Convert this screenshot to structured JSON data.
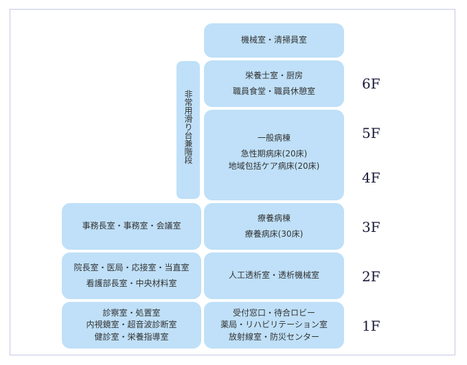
{
  "building": {
    "machine_room": "機械室・清掃員室",
    "floor6": [
      "栄養士室・厨房",
      "職員食堂・職員休憩室"
    ],
    "floor5": "一般病棟",
    "floor4": [
      "急性期病床(20床)",
      "地域包括ケア病床(20床)"
    ],
    "floor3_right": [
      "療養病棟",
      "療養病床(30床)"
    ],
    "floor3_left": "事務長室・事務室・会議室",
    "floor2_right": "人工透析室・透析機械室",
    "floor2_left": [
      "院長室・医局・応接室・当直室",
      "看護部長室・中央材料室"
    ],
    "floor1_left": [
      "診察室・処置室",
      "内視鏡室・超音波診断室",
      "健診室・栄養指導室"
    ],
    "floor1_right": [
      "受付窓口・待合ロビー",
      "薬局・リハビリテーション室",
      "放射線室・防災センター"
    ],
    "emergency_stair": "非常用滑り台兼階段"
  },
  "floors": [
    "6F",
    "5F",
    "4F",
    "3F",
    "2F",
    "1F"
  ]
}
